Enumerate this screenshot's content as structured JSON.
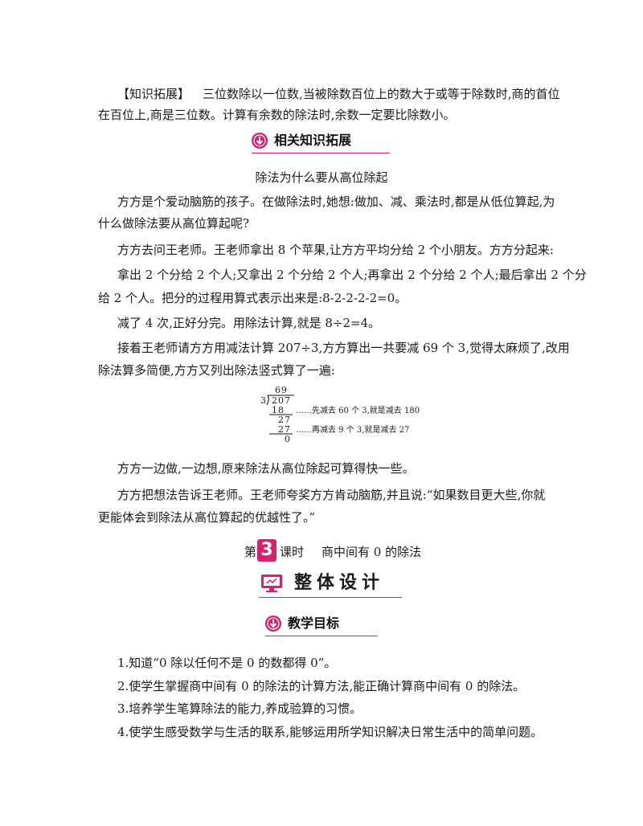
{
  "knowledge_extension": {
    "label": "【知识拓展】",
    "line1": "三位数除以一位数,当被除数百位上的数大于或等于除数时,商的首位",
    "line2": "在百位上,商是三位数。计算有余数的除法时,余数一定要比除数小。"
  },
  "section_related": {
    "icon": "down-arrow-circle-icon",
    "title": "相关知识拓展"
  },
  "story": {
    "title": "除法为什么要从高位除起",
    "p1_line1": "方方是个爱动脑筋的孩子。在做除法时,她想:做加、减、乘法时,都是从低位算起,为",
    "p1_line2": "什么做除法要从高位算起呢?",
    "p2": "方方去问王老师。王老师拿出 8 个苹果,让方方平均分给 2 个小朋友。方方分起来:",
    "p3_line1": "拿出 2 个分给 2 个人;又拿出 2 个分给 2 个人;再拿出 2 个分给 2 个人;最后拿出 2 个分",
    "p3_line2": "给 2 个人。把分的过程用算式表示出来是:8-2-2-2-2=0。",
    "p4": "减了 4 次,正好分完。用除法计算,就是 8÷2=4。",
    "p5_line1": "接着王老师请方方用减法计算 207÷3,方方算出一共要减 69 个 3,觉得太麻烦了,改用",
    "p5_line2": "除法算多简便,方方又列出除法竖式算了一遍:",
    "p6": "方方一边做,一边想,原来除法从高位除起可算得快一些。",
    "p7_line1": "方方把想法告诉王老师。王老师夸奖方方肯动脑筋,并且说:“如果数目更大些,你就",
    "p7_line2": "更能体会到除法从高位算起的优越性了。”"
  },
  "long_division": {
    "quotient": "69",
    "divisor": "3",
    "dividend": "207",
    "step1": "18",
    "note1": "……先减去 60 个 3,就是减去 180",
    "remainder1": "27",
    "step2": "27",
    "note2": "……再减去 9 个 3,就是减去 27",
    "final": "0"
  },
  "lesson": {
    "prefix": "第",
    "number": "3",
    "suffix": "课时",
    "title": "商中间有 0 的除法"
  },
  "overall_design": {
    "icon": "monitor-icon",
    "title": "整体设计"
  },
  "section_goals": {
    "icon": "down-arrow-circle-icon",
    "title": "教学目标"
  },
  "goals": [
    "1.知道“0 除以任何不是 0 的数都得 0”。",
    "2.使学生掌握商中间有 0 的除法的计算方法,能正确计算商中间有 0 的除法。",
    "3.培养学生笔算除法的能力,养成验算的习惯。",
    "4.使学生感受数学与生活的联系,能够运用所学知识解决日常生活中的简单问题。"
  ],
  "colors": {
    "accent": "#d6226e"
  }
}
